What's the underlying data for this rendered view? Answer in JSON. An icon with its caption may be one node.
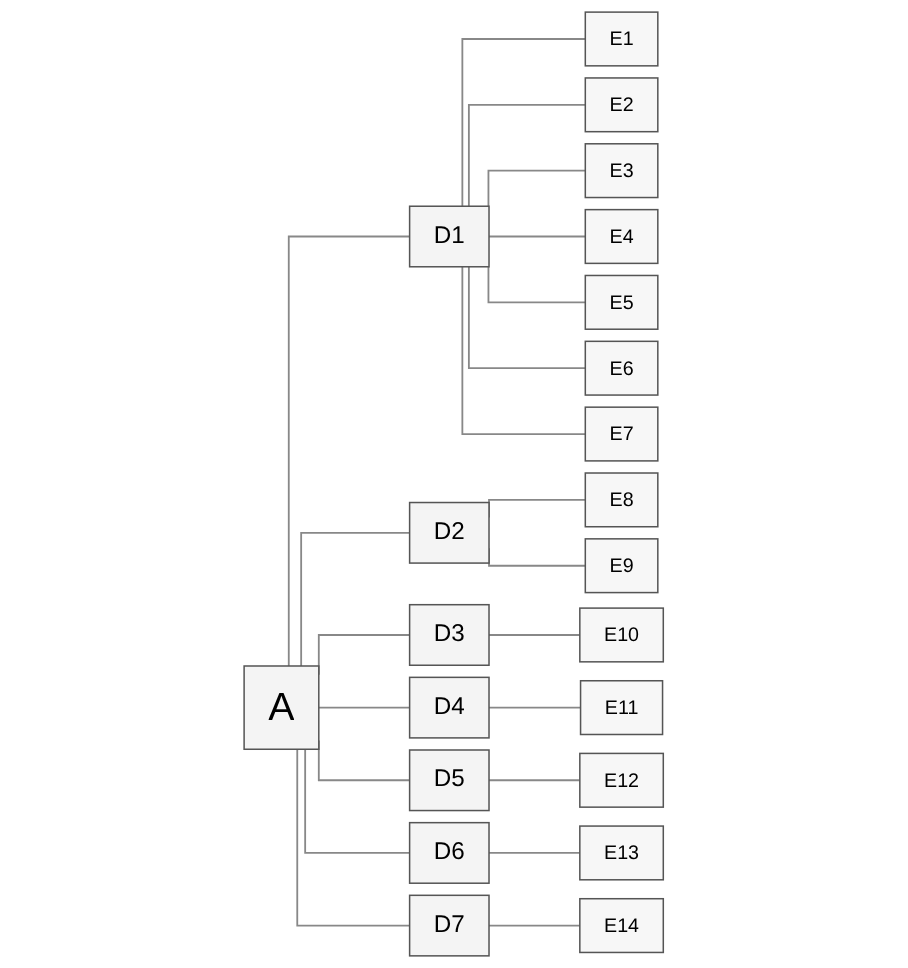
{
  "diagram": {
    "nodes": [
      {
        "text": [
          "A"
        ]
      },
      {
        "text": [
          "D1"
        ]
      },
      {
        "text": [
          "D2"
        ]
      },
      {
        "text": [
          "D3"
        ]
      },
      {
        "text": [
          "D4"
        ]
      },
      {
        "text": [
          "D5"
        ]
      },
      {
        "text": [
          "D6"
        ]
      },
      {
        "text": [
          "D7"
        ]
      },
      {
        "text": [
          "E1"
        ]
      },
      {
        "text": [
          "E2"
        ]
      },
      {
        "text": [
          "E3"
        ]
      },
      {
        "text": [
          "E4"
        ]
      },
      {
        "text": [
          "E5"
        ]
      },
      {
        "text": [
          "E6"
        ]
      },
      {
        "text": [
          "E7"
        ]
      },
      {
        "text": [
          "E8"
        ]
      },
      {
        "text": [
          "E9"
        ]
      },
      {
        "text": [
          "E10"
        ]
      },
      {
        "text": [
          "E11"
        ]
      },
      {
        "text": [
          "E12"
        ]
      },
      {
        "text": [
          "E13"
        ]
      },
      {
        "text": [
          "E14"
        ]
      }
    ],
    "edges": [
      {
        "from": 0,
        "to": 1,
        "arrow": "none"
      },
      {
        "from": 0,
        "to": 2,
        "arrow": "none"
      },
      {
        "from": 0,
        "to": 3,
        "arrow": "none"
      },
      {
        "from": 0,
        "to": 4,
        "arrow": "none"
      },
      {
        "from": 0,
        "to": 5,
        "arrow": "none"
      },
      {
        "from": 0,
        "to": 6,
        "arrow": "none"
      },
      {
        "from": 0,
        "to": 7,
        "arrow": "none"
      },
      {
        "from": 1,
        "to": 8,
        "arrow": "none"
      },
      {
        "from": 1,
        "to": 9,
        "arrow": "none"
      },
      {
        "from": 1,
        "to": 10,
        "arrow": "none"
      },
      {
        "from": 1,
        "to": 11,
        "arrow": "none"
      },
      {
        "from": 1,
        "to": 12,
        "arrow": "none"
      },
      {
        "from": 1,
        "to": 13,
        "arrow": "none"
      },
      {
        "from": 1,
        "to": 14,
        "arrow": "none"
      },
      {
        "from": 2,
        "to": 15,
        "arrow": "none"
      },
      {
        "from": 2,
        "to": 16,
        "arrow": "none"
      },
      {
        "from": 3,
        "to": 17,
        "arrow": "none"
      },
      {
        "from": 4,
        "to": 18,
        "arrow": "none"
      },
      {
        "from": 5,
        "to": 19,
        "arrow": "none"
      },
      {
        "from": 6,
        "to": 20,
        "arrow": "none"
      },
      {
        "from": 7,
        "to": 21,
        "arrow": "none"
      }
    ]
  }
}
